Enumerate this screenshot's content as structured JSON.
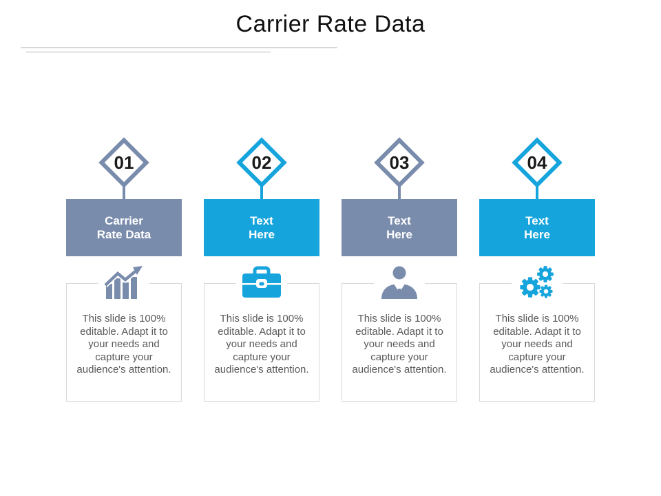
{
  "slide": {
    "title": "Carrier Rate Data"
  },
  "colors": {
    "steel_blue": "#7a8cac",
    "cyan_blue": "#16a4dc",
    "body_text_gray": "#595959",
    "card_border": "#d9d9d9",
    "title_black": "#0f0f0f",
    "underline_gray": "#a9a9a9"
  },
  "columns": [
    {
      "number": "01",
      "label": "Carrier\nRate Data",
      "theme": "steel",
      "icon": "bar-chart-growth-icon",
      "description": "This slide is 100% editable. Adapt it to your needs and capture your audience's attention."
    },
    {
      "number": "02",
      "label": "Text\nHere",
      "theme": "cyan",
      "icon": "briefcase-icon",
      "description": "This slide is 100% editable. Adapt it to your needs and capture your audience's attention."
    },
    {
      "number": "03",
      "label": "Text\nHere",
      "theme": "steel",
      "icon": "businessman-icon",
      "description": "This slide is 100% editable. Adapt it to your needs and capture your audience's attention."
    },
    {
      "number": "04",
      "label": "Text\nHere",
      "theme": "cyan",
      "icon": "gears-icon",
      "description": "This slide is 100% editable. Adapt it to your needs and capture your audience's attention."
    }
  ]
}
